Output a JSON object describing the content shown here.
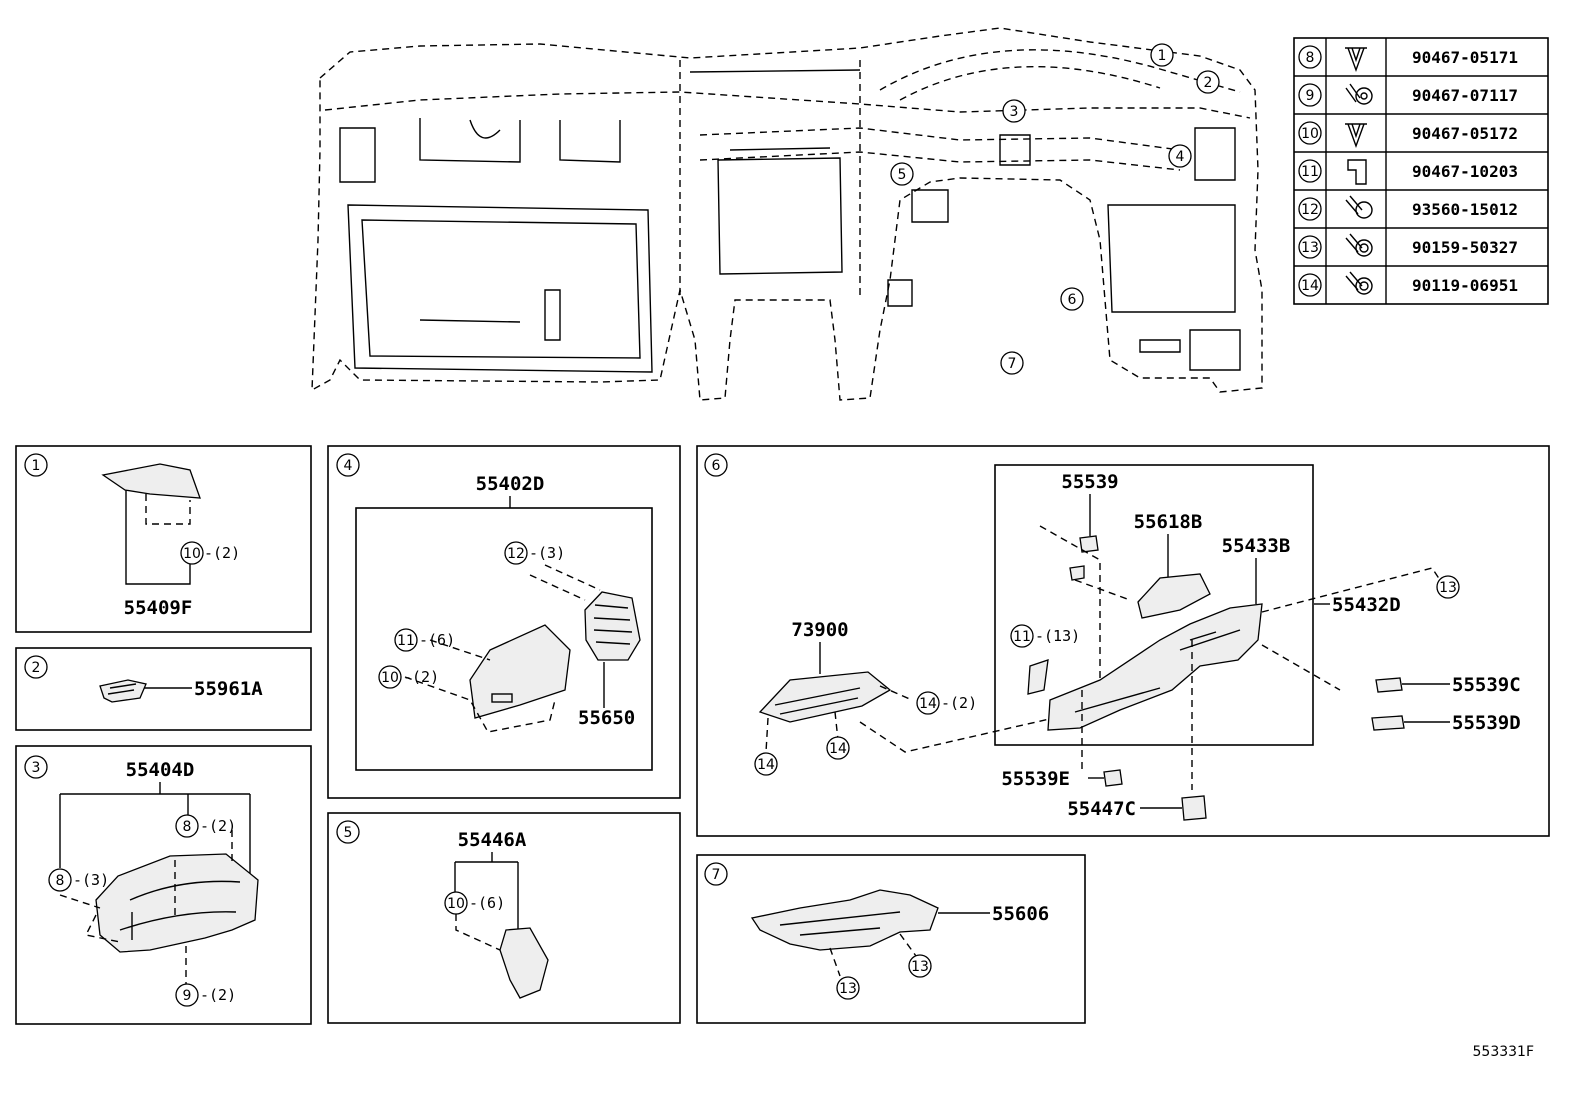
{
  "fastener_table": [
    {
      "ref": "8",
      "part": "90467-05171"
    },
    {
      "ref": "9",
      "part": "90467-07117"
    },
    {
      "ref": "10",
      "part": "90467-05172"
    },
    {
      "ref": "11",
      "part": "90467-10203"
    },
    {
      "ref": "12",
      "part": "93560-15012"
    },
    {
      "ref": "13",
      "part": "90159-50327"
    },
    {
      "ref": "14",
      "part": "90119-06951"
    }
  ],
  "overview_callouts": [
    "1",
    "2",
    "3",
    "4",
    "5",
    "6",
    "7"
  ],
  "panels": {
    "p1": {
      "num": "1",
      "part": "55409F",
      "c10": "10",
      "q10": "-(2)"
    },
    "p2": {
      "num": "2",
      "part": "55961A"
    },
    "p3": {
      "num": "3",
      "part": "55404D",
      "c8a": "8",
      "q8a": "-(2)",
      "c8b": "8",
      "q8b": "-(3)",
      "c9": "9",
      "q9": "-(2)"
    },
    "p4": {
      "num": "4",
      "part_top": "55402D",
      "part_vent": "55650",
      "c12": "12",
      "q12": "-(3)",
      "c11": "11",
      "q11": "-(6)",
      "c10": "10",
      "q10": "-(2)"
    },
    "p5": {
      "num": "5",
      "part": "55446A",
      "c10": "10",
      "q10": "-(6)"
    },
    "p6": {
      "num": "6",
      "p55539": "55539",
      "p55618B": "55618B",
      "p55433B": "55433B",
      "p55432D": "55432D",
      "p73900": "73900",
      "p55539C": "55539C",
      "p55539D": "55539D",
      "p55539E": "55539E",
      "p55447C": "55447C",
      "c13": "13",
      "c11": "11",
      "q11": "-(13)",
      "c14a": "14",
      "q14a": "-(2)",
      "c14b": "14",
      "c14c": "14"
    },
    "p7": {
      "num": "7",
      "part": "55606",
      "c13a": "13",
      "c13b": "13"
    }
  },
  "figure_code": "553331F"
}
